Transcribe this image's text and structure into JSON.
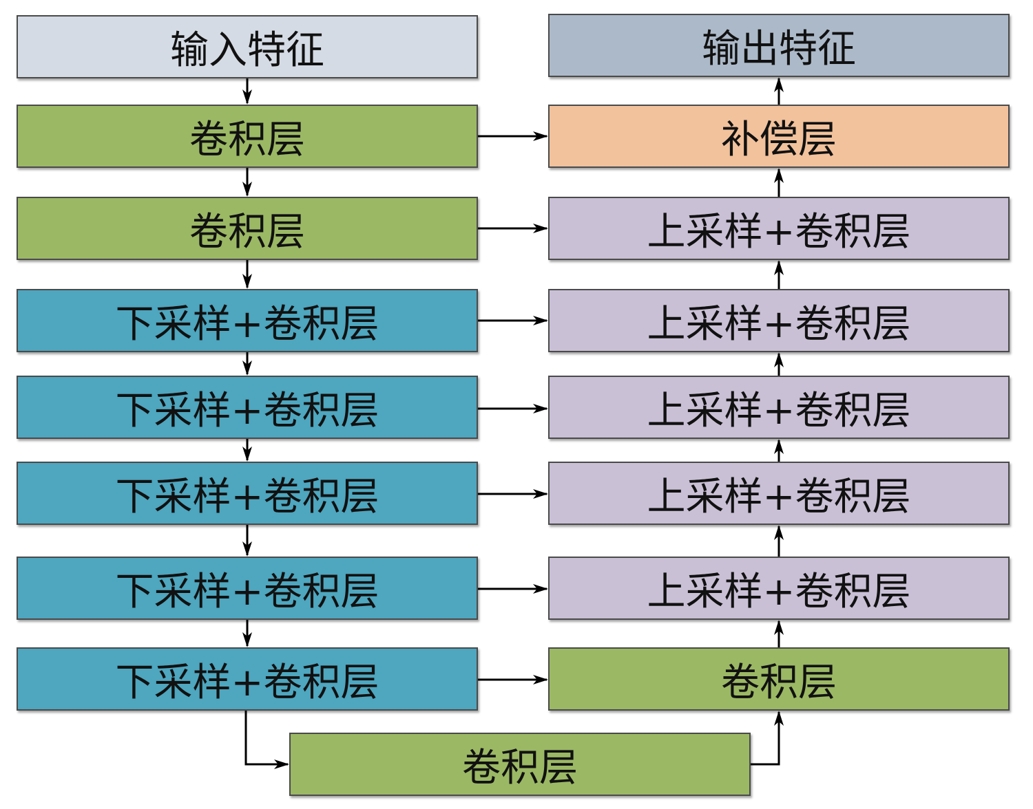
{
  "encoder": [
    {
      "label": "输入特征",
      "color": "#d5dbe4"
    },
    {
      "label": "卷积层",
      "color": "#9bb864"
    },
    {
      "label": "卷积层",
      "color": "#9bb864"
    },
    {
      "label": "下采样+卷积层",
      "color": "#4ea6bf"
    },
    {
      "label": "下采样+卷积层",
      "color": "#4ea6bf"
    },
    {
      "label": "下采样+卷积层",
      "color": "#4ea6bf"
    },
    {
      "label": "下采样+卷积层",
      "color": "#4ea6bf"
    },
    {
      "label": "下采样+卷积层",
      "color": "#4ea6bf"
    }
  ],
  "decoder": [
    {
      "label": "输出特征",
      "color": "#acb9c9"
    },
    {
      "label": "补偿层",
      "color": "#f2c29c"
    },
    {
      "label": "上采样+卷积层",
      "color": "#c9c0d6"
    },
    {
      "label": "上采样+卷积层",
      "color": "#c9c0d6"
    },
    {
      "label": "上采样+卷积层",
      "color": "#c9c0d6"
    },
    {
      "label": "上采样+卷积层",
      "color": "#c9c0d6"
    },
    {
      "label": "上采样+卷积层",
      "color": "#c9c0d6"
    },
    {
      "label": "卷积层",
      "color": "#9bb864"
    }
  ],
  "bottleneck": {
    "label": "卷积层",
    "color": "#9bb864"
  }
}
